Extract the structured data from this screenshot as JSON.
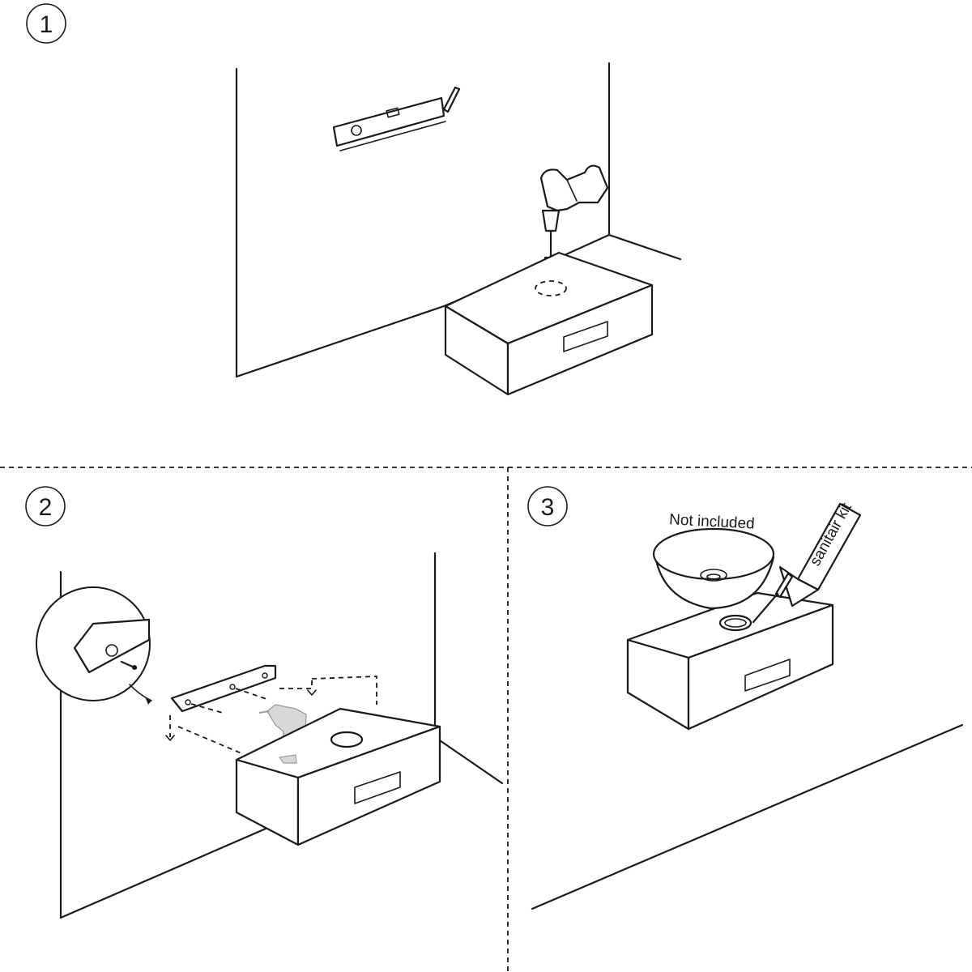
{
  "steps": [
    {
      "number": "1"
    },
    {
      "number": "2"
    },
    {
      "number": "3"
    }
  ],
  "labels": {
    "not_included": "Not included",
    "sealant": "sanitair kit"
  }
}
